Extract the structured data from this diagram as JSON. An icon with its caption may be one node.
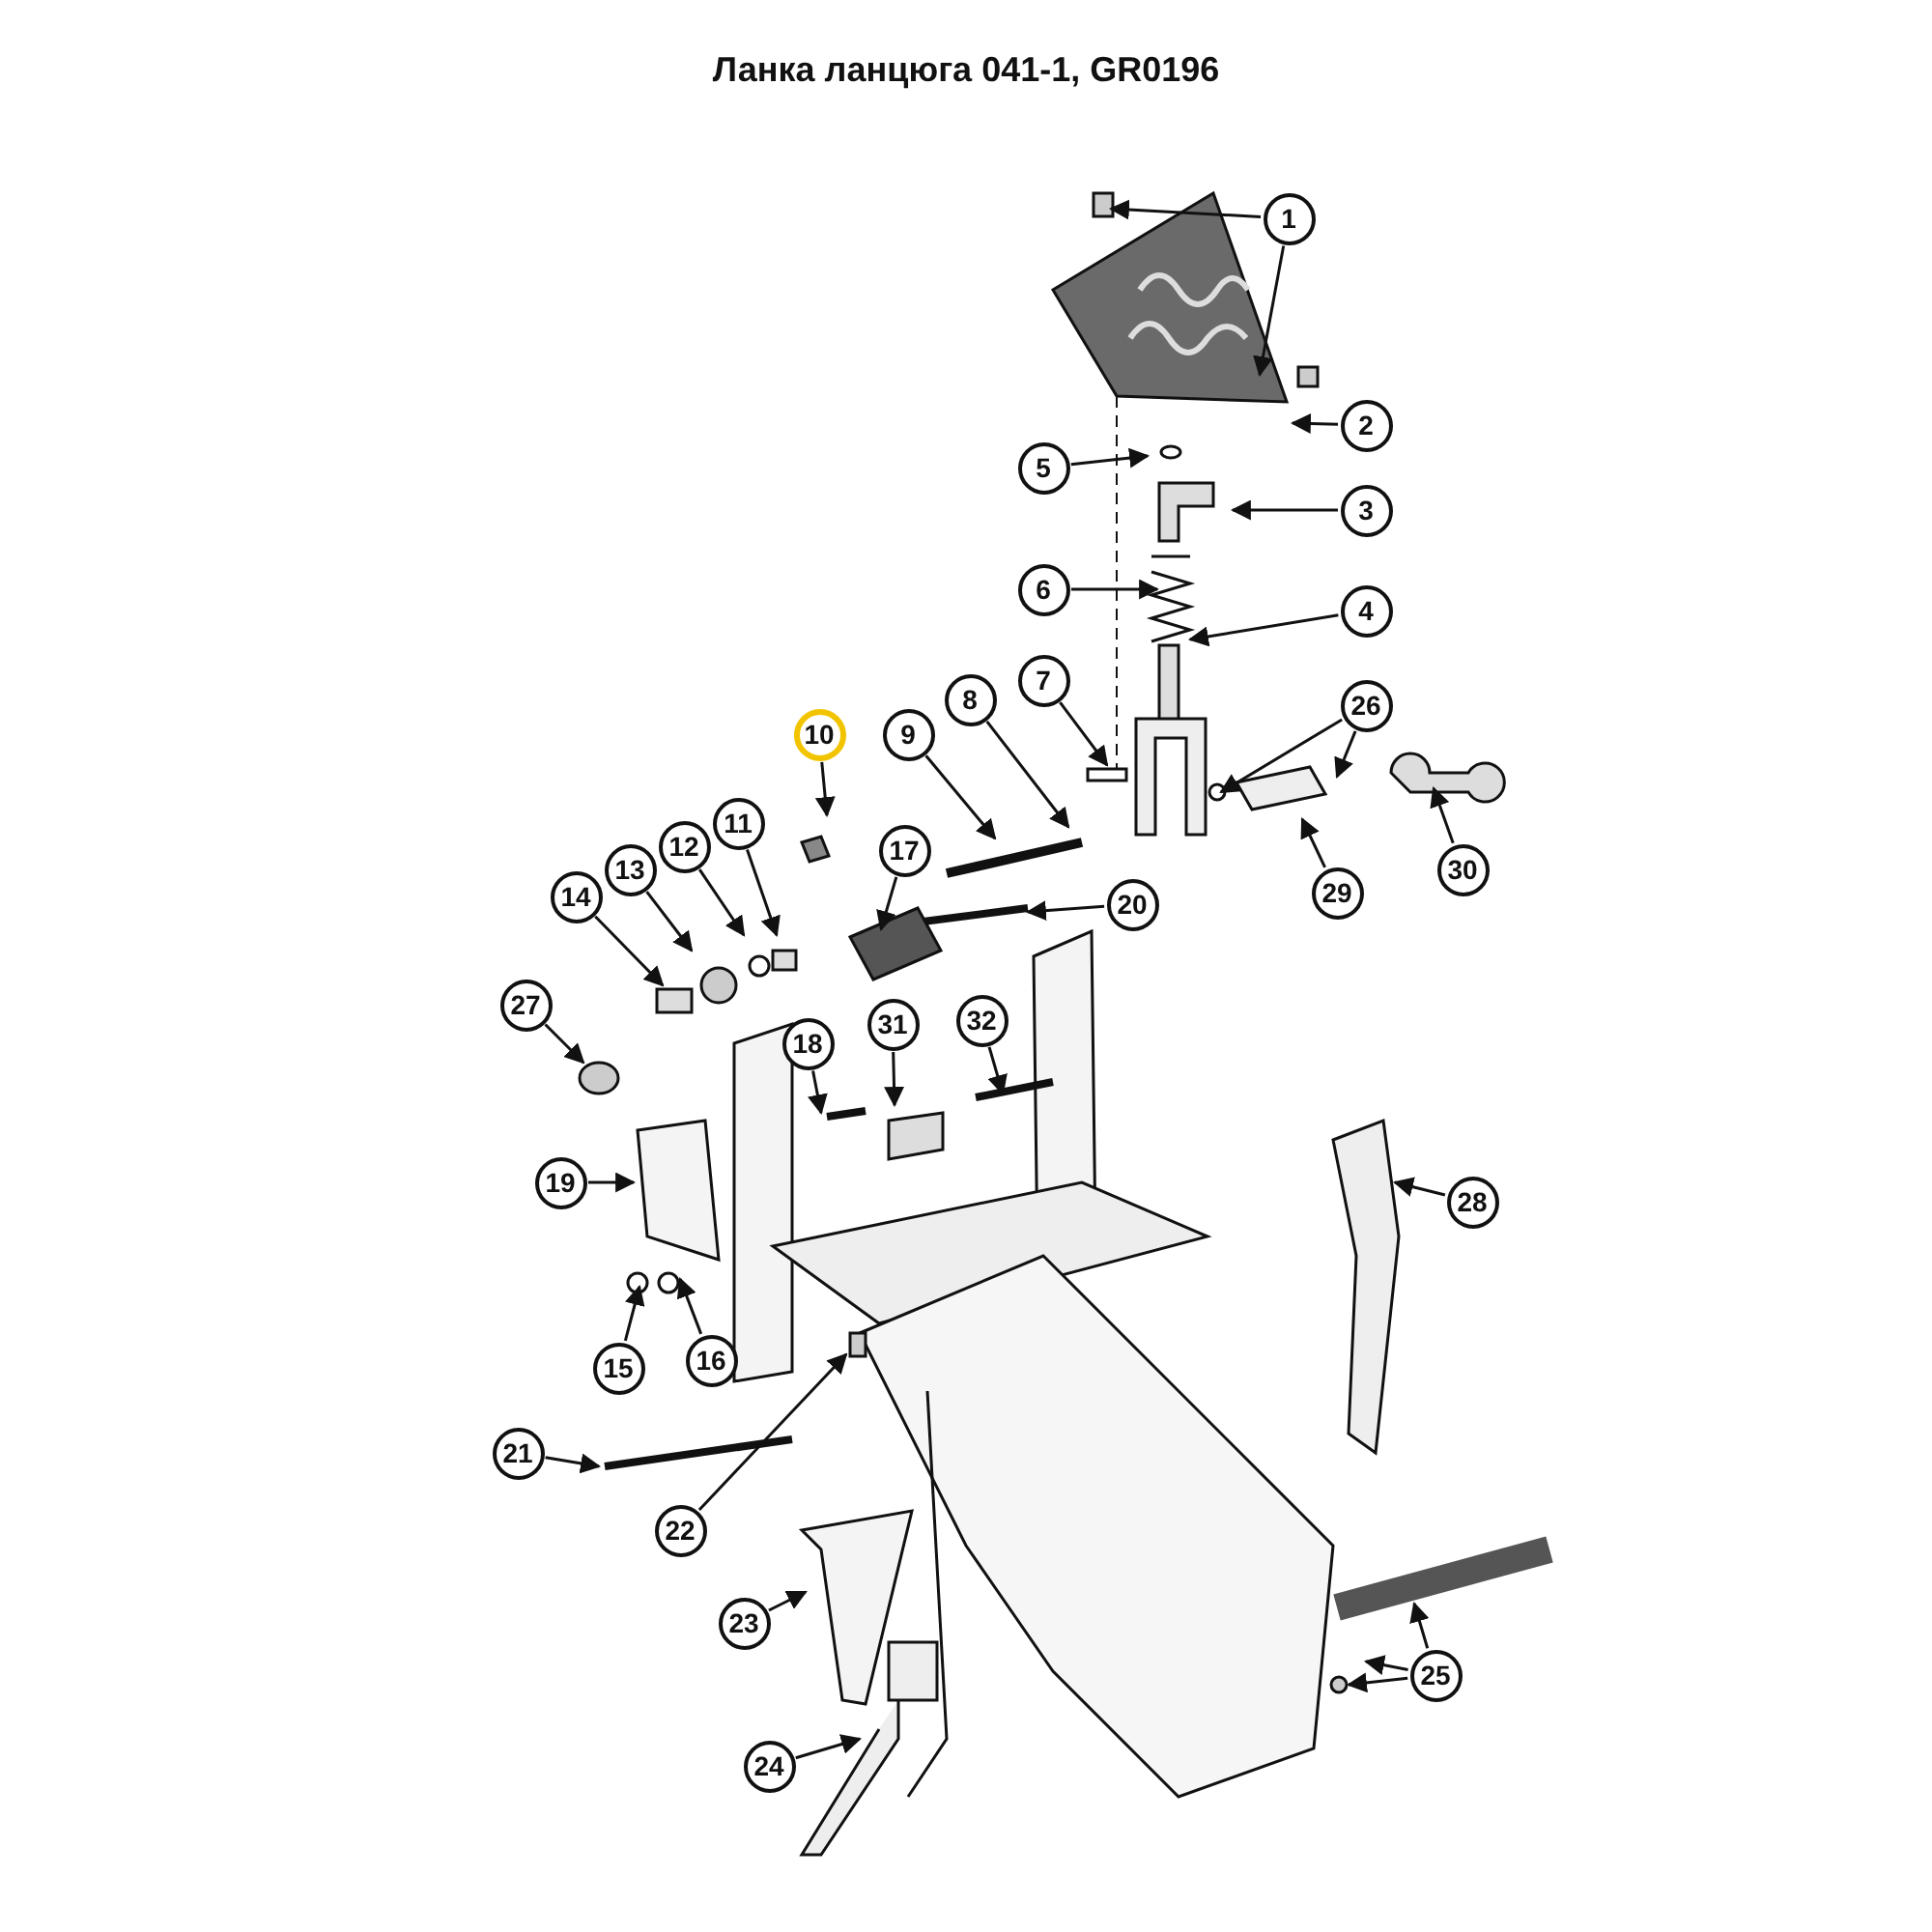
{
  "diagram": {
    "title": "Ланка ланцюга 041-1, GR0196",
    "nodes": [
      {
        "text": [
          "1"
        ]
      },
      {
        "text": [
          "2"
        ]
      },
      {
        "text": [
          "5"
        ]
      },
      {
        "text": [
          "3"
        ]
      },
      {
        "text": [
          "6"
        ]
      },
      {
        "text": [
          "4"
        ]
      },
      {
        "text": [
          "7"
        ]
      },
      {
        "text": [
          "8"
        ]
      },
      {
        "text": [
          "26"
        ]
      },
      {
        "text": [
          "9"
        ]
      },
      {
        "text": [
          "10"
        ]
      },
      {
        "text": [
          "11"
        ]
      },
      {
        "text": [
          "12"
        ]
      },
      {
        "text": [
          "17"
        ]
      },
      {
        "text": [
          "30"
        ]
      },
      {
        "text": [
          "13"
        ]
      },
      {
        "text": [
          "29"
        ]
      },
      {
        "text": [
          "14"
        ]
      },
      {
        "text": [
          "20"
        ]
      },
      {
        "text": [
          "27"
        ]
      },
      {
        "text": [
          "18"
        ]
      },
      {
        "text": [
          "32"
        ]
      },
      {
        "text": [
          "31"
        ]
      },
      {
        "text": [
          "19"
        ]
      },
      {
        "text": [
          "28"
        ]
      },
      {
        "text": [
          "15"
        ]
      },
      {
        "text": [
          "16"
        ]
      },
      {
        "text": [
          "21"
        ]
      },
      {
        "text": [
          "22"
        ]
      },
      {
        "text": [
          "23"
        ]
      },
      {
        "text": [
          "25"
        ]
      },
      {
        "text": [
          "24"
        ]
      }
    ],
    "edges": [
      {
        "from": 0,
        "to": null,
        "arrow": "to"
      },
      {
        "from": 0,
        "to": null,
        "arrow": "to"
      },
      {
        "from": 1,
        "to": null,
        "arrow": "to"
      },
      {
        "from": 2,
        "to": null,
        "arrow": "to"
      },
      {
        "from": 3,
        "to": null,
        "arrow": "to"
      },
      {
        "from": 4,
        "to": null,
        "arrow": "to"
      },
      {
        "from": 5,
        "to": null,
        "arrow": "to"
      },
      {
        "from": 6,
        "to": null,
        "arrow": "to"
      },
      {
        "from": 7,
        "to": null,
        "arrow": "to"
      },
      {
        "from": 8,
        "to": null,
        "arrow": "to"
      },
      {
        "from": 8,
        "to": null,
        "arrow": "to"
      },
      {
        "from": 9,
        "to": null,
        "arrow": "to"
      },
      {
        "from": 10,
        "to": null,
        "arrow": "to"
      },
      {
        "from": 11,
        "to": null,
        "arrow": "to"
      },
      {
        "from": 12,
        "to": null,
        "arrow": "to"
      },
      {
        "from": 13,
        "to": null,
        "arrow": "to"
      },
      {
        "from": 14,
        "to": null,
        "arrow": "to"
      },
      {
        "from": 15,
        "to": null,
        "arrow": "to"
      },
      {
        "from": 16,
        "to": null,
        "arrow": "to"
      },
      {
        "from": 17,
        "to": null,
        "arrow": "to"
      },
      {
        "from": 18,
        "to": null,
        "arrow": "to"
      },
      {
        "from": 19,
        "to": null,
        "arrow": "to"
      },
      {
        "from": 20,
        "to": null,
        "arrow": "to"
      },
      {
        "from": 21,
        "to": null,
        "arrow": "to"
      },
      {
        "from": 22,
        "to": null,
        "arrow": "to"
      },
      {
        "from": 23,
        "to": null,
        "arrow": "to"
      },
      {
        "from": 24,
        "to": null,
        "arrow": "to"
      },
      {
        "from": 25,
        "to": null,
        "arrow": "to"
      },
      {
        "from": 26,
        "to": null,
        "arrow": "to"
      },
      {
        "from": 27,
        "to": null,
        "arrow": "to"
      },
      {
        "from": 28,
        "to": null,
        "arrow": "to"
      },
      {
        "from": 29,
        "to": null,
        "arrow": "to"
      },
      {
        "from": 30,
        "to": null,
        "arrow": "to"
      },
      {
        "from": 30,
        "to": null,
        "arrow": "to"
      },
      {
        "from": 30,
        "to": null,
        "arrow": "to"
      },
      {
        "from": 31,
        "to": null,
        "arrow": "to"
      }
    ]
  }
}
